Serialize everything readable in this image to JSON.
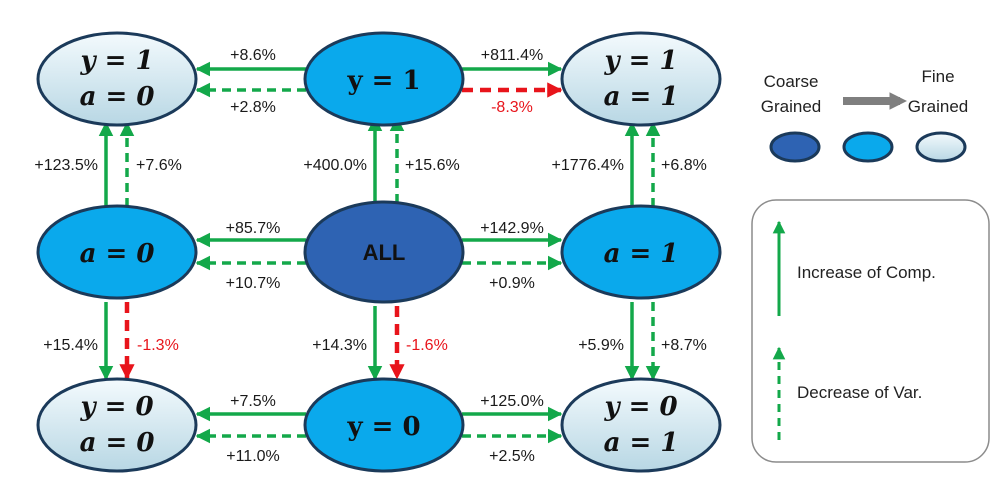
{
  "colors": {
    "coarse": "#2e63b3",
    "mid": "#0aa9ec",
    "fine_light": "#eef7fb",
    "fine_dark": "#bcdae6",
    "outline": "#1b3a5a",
    "green": "#13a84a",
    "red": "#e8141b",
    "gray_arrow": "#7f7f7f"
  },
  "nodes": {
    "y1a0": {
      "lines": [
        "y = 1",
        "a = 0"
      ],
      "level": "fine"
    },
    "y1": {
      "lines": [
        "y = 1"
      ],
      "level": "mid"
    },
    "y1a1": {
      "lines": [
        "y = 1",
        "a = 1"
      ],
      "level": "fine"
    },
    "a0": {
      "lines": [
        "a = 0"
      ],
      "level": "mid"
    },
    "all": {
      "lines": [
        "ALL"
      ],
      "level": "coarse"
    },
    "a1": {
      "lines": [
        "a = 1"
      ],
      "level": "mid"
    },
    "y0a0": {
      "lines": [
        "y = 0",
        "a = 0"
      ],
      "level": "fine"
    },
    "y0": {
      "lines": [
        "y = 0"
      ],
      "level": "mid"
    },
    "y0a1": {
      "lines": [
        "y = 0",
        "a = 1"
      ],
      "level": "fine"
    }
  },
  "edges": {
    "y1_to_y1a0_comp": "+8.6%",
    "y1_to_y1a0_var": "+2.8%",
    "y1_to_y1a1_comp": "+811.4%",
    "y1_to_y1a1_var": "-8.3%",
    "a0_to_y1a0_comp": "+123.5%",
    "a0_to_y1a0_var": "+7.6%",
    "all_to_y1_comp": "+400.0%",
    "all_to_y1_var": "+15.6%",
    "a1_to_y1a1_comp": "+1776.4%",
    "a1_to_y1a1_var": "+6.8%",
    "all_to_a0_comp": "+85.7%",
    "all_to_a0_var": "+10.7%",
    "all_to_a1_comp": "+142.9%",
    "all_to_a1_var": "+0.9%",
    "a0_to_y0a0_comp": "+15.4%",
    "a0_to_y0a0_var": "-1.3%",
    "all_to_y0_comp": "+14.3%",
    "all_to_y0_var": "-1.6%",
    "a1_to_y0a1_comp": "+5.9%",
    "a1_to_y0a1_var": "+8.7%",
    "y0_to_y0a0_comp": "+7.5%",
    "y0_to_y0a0_var": "+11.0%",
    "y0_to_y0a1_comp": "+125.0%",
    "y0_to_y0a1_var": "+2.5%"
  },
  "legend": {
    "coarse_label_1": "Coarse",
    "coarse_label_2": "Grained",
    "fine_label_1": "Fine",
    "fine_label_2": "Grained",
    "comp_label": "Increase of Comp.",
    "var_label": "Decrease of Var."
  }
}
